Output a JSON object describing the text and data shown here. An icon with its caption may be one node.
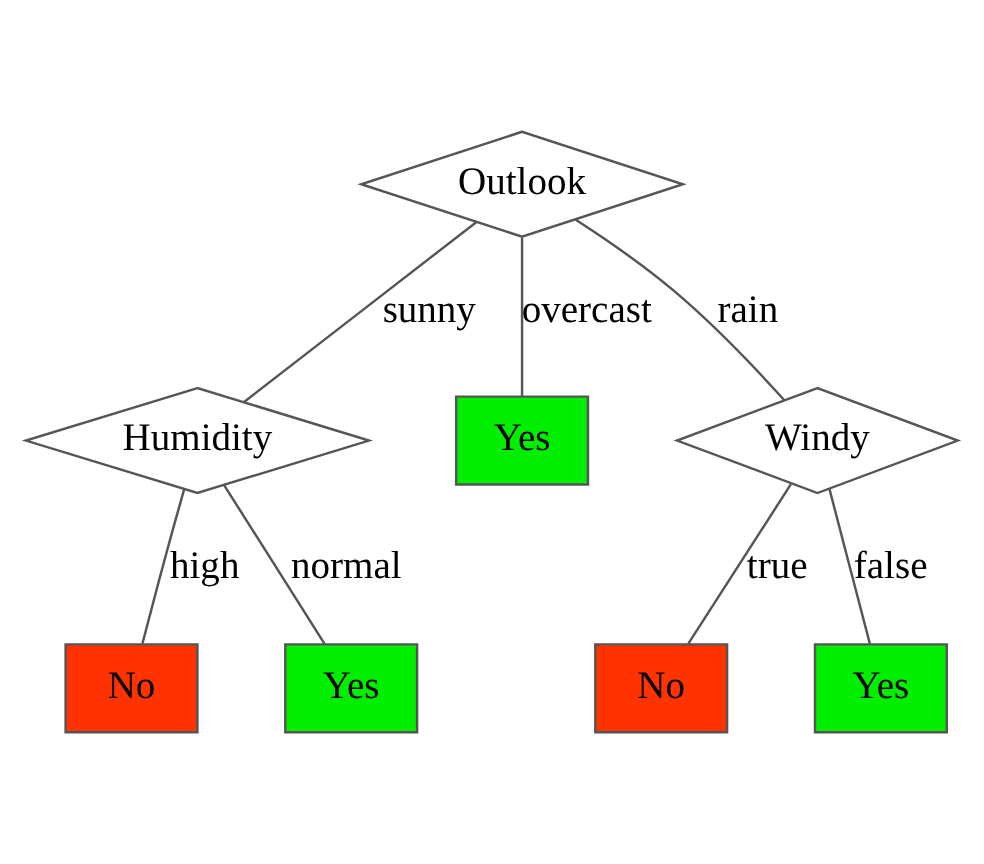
{
  "diagram": {
    "nodes": [
      {
        "text": [
          "Outlook"
        ]
      },
      {
        "text": [
          "Humidity"
        ]
      },
      {
        "text": [
          "Yes"
        ]
      },
      {
        "text": [
          "Windy"
        ]
      },
      {
        "text": [
          "No"
        ]
      },
      {
        "text": [
          "Yes"
        ]
      },
      {
        "text": [
          "No"
        ]
      },
      {
        "text": [
          "Yes"
        ]
      }
    ],
    "edges": [
      {
        "from": 0,
        "to": 1,
        "arrow": "none",
        "label": "sunny"
      },
      {
        "from": 0,
        "to": 2,
        "arrow": "none",
        "label": "overcast"
      },
      {
        "from": 0,
        "to": 3,
        "arrow": "none",
        "label": "rain"
      },
      {
        "from": 1,
        "to": 4,
        "arrow": "none",
        "label": "high"
      },
      {
        "from": 1,
        "to": 5,
        "arrow": "none",
        "label": "normal"
      },
      {
        "from": 3,
        "to": 6,
        "arrow": "none",
        "label": "true"
      },
      {
        "from": 3,
        "to": 7,
        "arrow": "none",
        "label": "false"
      }
    ]
  }
}
